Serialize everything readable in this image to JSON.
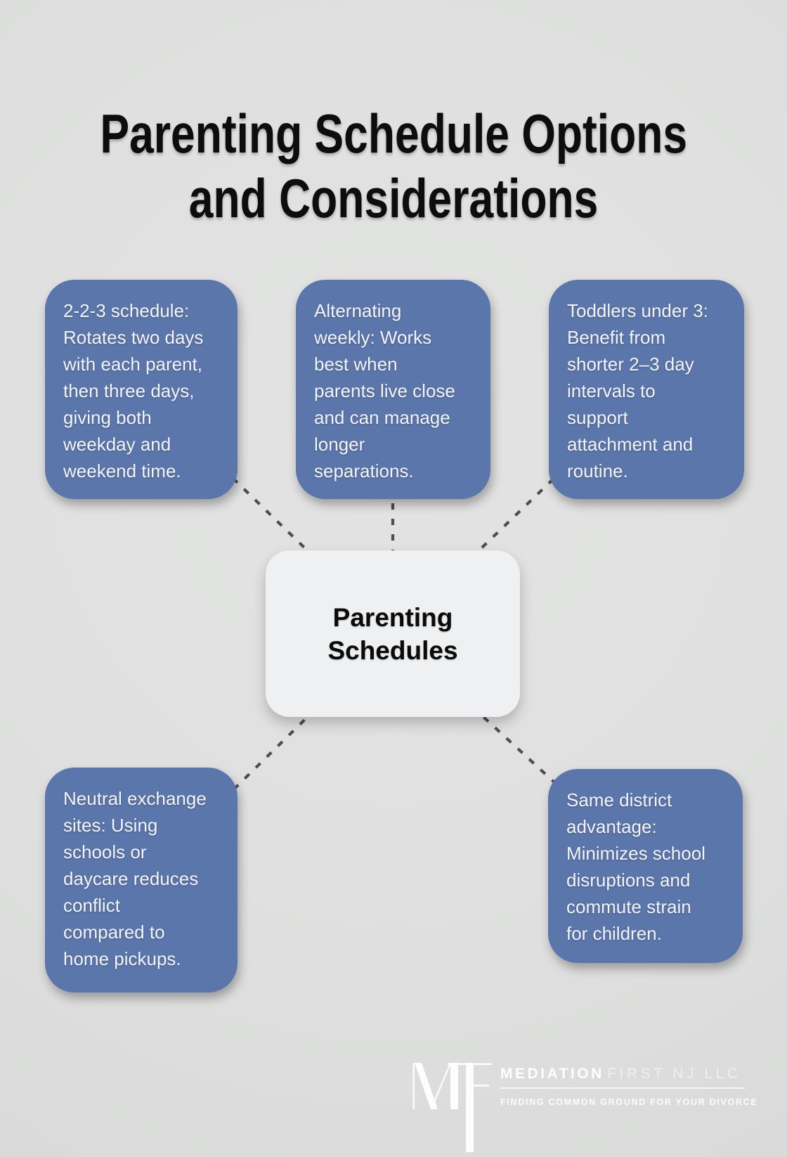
{
  "title": {
    "line1": "Parenting Schedule Options",
    "line2": "and Considerations"
  },
  "center_node": {
    "label": "Parenting\nSchedules"
  },
  "nodes": [
    {
      "id": "schedule-223",
      "text": "2-2-3 schedule:\nRotates two days\nwith each parent,\nthen three days,\ngiving both\nweekday and\nweekend time."
    },
    {
      "id": "alternating-weekly",
      "text": "Alternating\nweekly: Works\nbest when\nparents live close\nand can manage\nlonger\nseparations."
    },
    {
      "id": "toddlers-under-3",
      "text": "Toddlers under 3:\nBenefit from\nshorter 2–3 day\nintervals to\nsupport\nattachment and\nroutine."
    },
    {
      "id": "neutral-exchange",
      "text": "Neutral exchange\nsites: Using\nschools or\ndaycare reduces\nconflict\ncompared to\nhome pickups."
    },
    {
      "id": "same-district",
      "text": "Same district\nadvantage:\nMinimizes school\ndisruptions and\ncommute strain\nfor children."
    }
  ],
  "footer_logo": {
    "monogram": "MF",
    "name_primary": "MEDIATION",
    "name_secondary": "FIRST NJ LLC",
    "tagline": "FINDING COMMON GROUND FOR YOUR DIVORCE"
  },
  "colors": {
    "background": "#dfe0df",
    "node_blue": "#5b76ab",
    "node_light": "#eff0f2",
    "connector": "#4e4e4e",
    "title_text": "#0d0d0d",
    "node_text": "#f3f5f9"
  }
}
